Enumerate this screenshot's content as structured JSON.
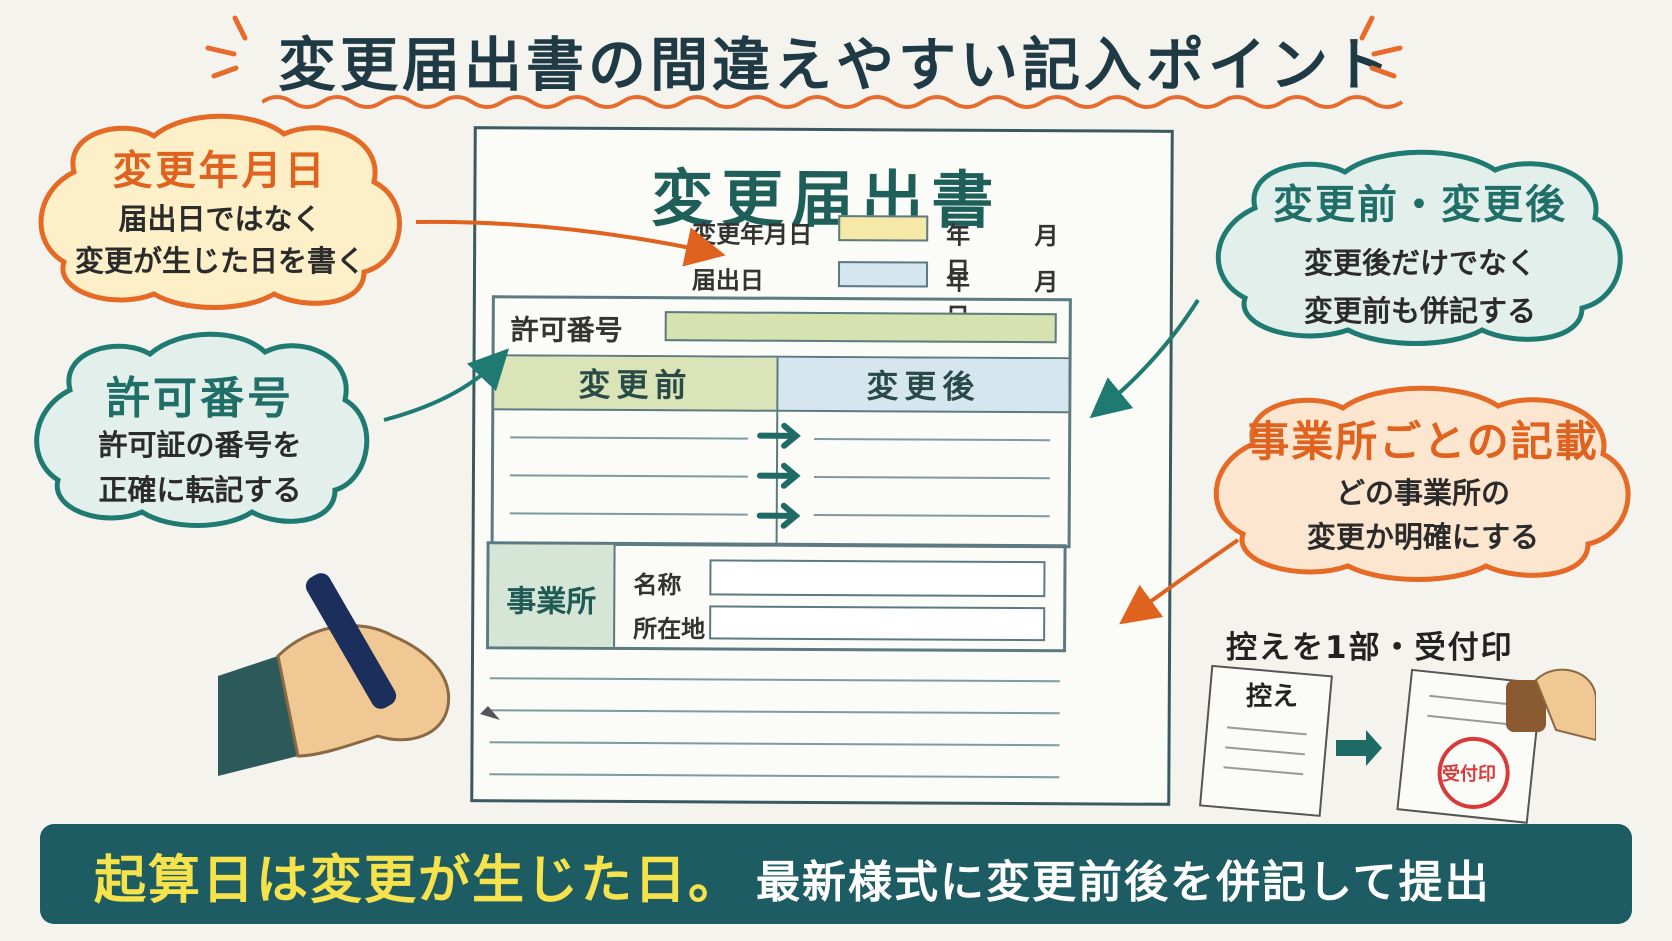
{
  "title": "変更届出書の間違えやすい記入ポイント",
  "colors": {
    "accent_orange": "#e86b2c",
    "teal": "#1e6b66",
    "navy": "#1f3a44",
    "banner": "#1c5c62",
    "banner_highlight": "#f6e24a",
    "yellow_fill": "#f6e9a8",
    "blue_fill": "#d6e6ef",
    "green_fill": "#d6e2b0"
  },
  "callouts": {
    "date": {
      "title": "変更年月日",
      "line1": "届出日ではなく",
      "line2": "変更が生じた日を書く"
    },
    "permit": {
      "title": "許可番号",
      "line1": "許可証の番号を",
      "line2": "正確に転記する"
    },
    "before_after": {
      "title": "変更前・変更後",
      "line1": "変更後だけでなく",
      "line2": "変更前も併記する"
    },
    "office": {
      "title": "事業所ごとの記載",
      "line1": "どの事業所の",
      "line2": "変更か明確にする"
    }
  },
  "form": {
    "title": "変更届出書",
    "change_date_label": "変更年月日",
    "filing_date_label": "届出日",
    "ymd": "年 月 日",
    "permit_label": "許可番号",
    "before_header": "変更前",
    "after_header": "変更後",
    "office_label": "事業所",
    "name_label": "名称",
    "address_label": "所在地"
  },
  "copy": {
    "heading": "控えを1部・受付印",
    "copy_label": "控え",
    "stamp_label": "受付印"
  },
  "banner": {
    "highlight": "起算日は変更が生じた日。",
    "rest": "最新様式に変更前後を併記して提出"
  },
  "icons": [
    "pen-icon",
    "hand-icon",
    "stamp-icon",
    "arrow-icon"
  ]
}
